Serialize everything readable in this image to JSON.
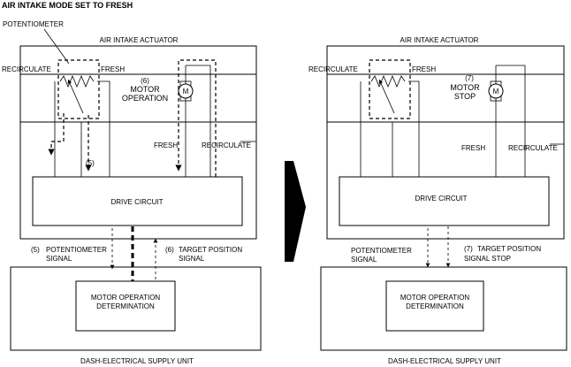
{
  "title": "AIR INTAKE MODE SET TO FRESH",
  "left": {
    "potentiometer_label": "POTENTIOMETER",
    "actuator_label": "AIR INTAKE ACTUATOR",
    "recirculate_top": "RECIRCULATE",
    "fresh_top": "FRESH",
    "motor_num": "(6)",
    "motor_line1": "MOTOR",
    "motor_line2": "OPERATION",
    "motor_symbol": "M",
    "fresh_side": "FRESH",
    "recirculate_side": "RECIRCULATE",
    "step5_marker": "(5)",
    "drive_circuit": "DRIVE CIRCUIT",
    "signal_left_num": "(5)",
    "signal_left_line1": "POTENTIOMETER",
    "signal_left_line2": "SIGNAL",
    "signal_right_num": "(6)",
    "signal_right_line1": "TARGET POSITION",
    "signal_right_line2": "SIGNAL",
    "determination_line1": "MOTOR OPERATION",
    "determination_line2": "DETERMINATION",
    "supply_unit": "DASH-ELECTRICAL SUPPLY UNIT"
  },
  "right": {
    "actuator_label": "AIR INTAKE ACTUATOR",
    "recirculate_top": "RECIRCULATE",
    "fresh_top": "FRESH",
    "motor_num": "(7)",
    "motor_line1": "MOTOR",
    "motor_line2": "STOP",
    "motor_symbol": "M",
    "fresh_side": "FRESH",
    "recirculate_side": "RECIRCULATE",
    "drive_circuit": "DRIVE CIRCUIT",
    "signal_left_line1": "POTENTIOMETER",
    "signal_left_line2": "SIGNAL",
    "signal_right_num": "(7)",
    "signal_right_line1": "TARGET POSITION",
    "signal_right_line2": "SIGNAL STOP",
    "determination_line1": "MOTOR OPERATION",
    "determination_line2": "DETERMINATION",
    "supply_unit": "DASH-ELECTRICAL SUPPLY UNIT"
  }
}
